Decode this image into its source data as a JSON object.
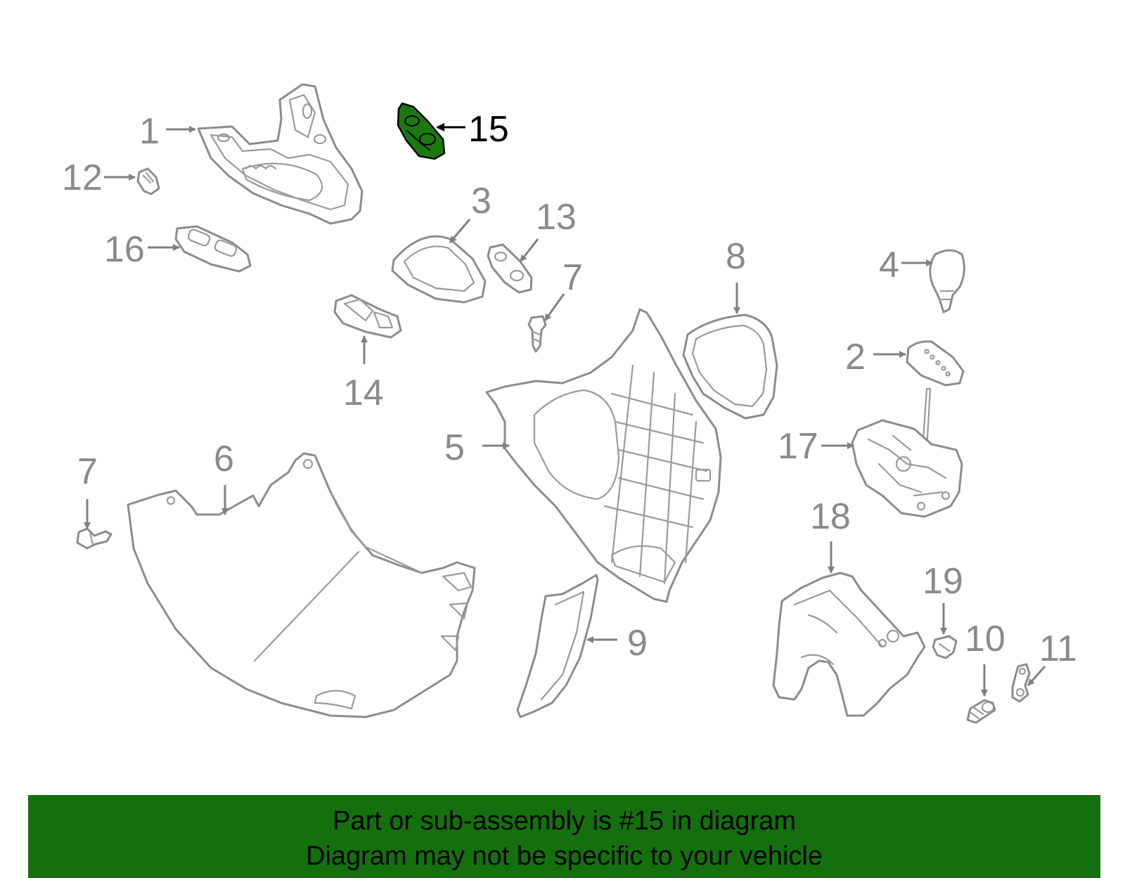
{
  "callouts": [
    "1",
    "2",
    "3",
    "4",
    "5",
    "6",
    "7",
    "7",
    "8",
    "9",
    "10",
    "11",
    "12",
    "13",
    "14",
    "15",
    "16",
    "17",
    "18",
    "19"
  ],
  "highlight_part": "15",
  "colors": {
    "highlight_fill": "#1a7a10",
    "banner_background": "#14700d",
    "line_art": "#8c8c8c"
  },
  "banner": {
    "line1": "Part or sub-assembly is #15 in diagram",
    "line2": "Diagram may not be specific to your vehicle"
  }
}
